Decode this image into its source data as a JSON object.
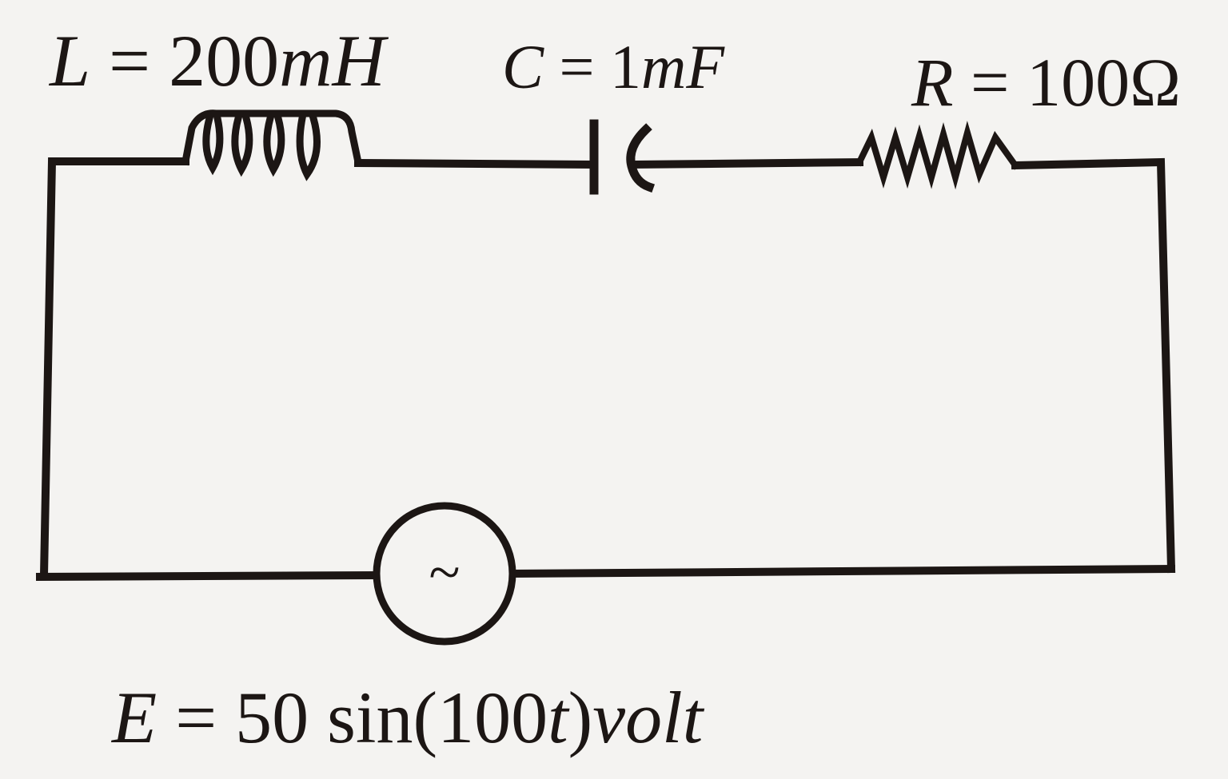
{
  "diagram": {
    "type": "series RLC AC circuit",
    "components": {
      "inductor": {
        "symbol": "L",
        "equals": "=",
        "value": "200",
        "unit": "mH",
        "label": "L = 200mH"
      },
      "capacitor": {
        "symbol": "C",
        "equals": "=",
        "value": "1",
        "unit": "mF",
        "label": "C = 1mF"
      },
      "resistor": {
        "symbol": "R",
        "equals": "=",
        "value": "100",
        "unit": "Ω",
        "label": "R = 100Ω"
      },
      "source": {
        "symbol": "E",
        "equals": "=",
        "expr_prefix": "50 sin(100",
        "expr_var": "t",
        "expr_suffix": ")",
        "unit": "volt",
        "glyph": "~",
        "label": "E = 50sin(100t)volt"
      }
    },
    "colors": {
      "ink": "#1c1614",
      "paper": "#f4f3f1"
    }
  }
}
